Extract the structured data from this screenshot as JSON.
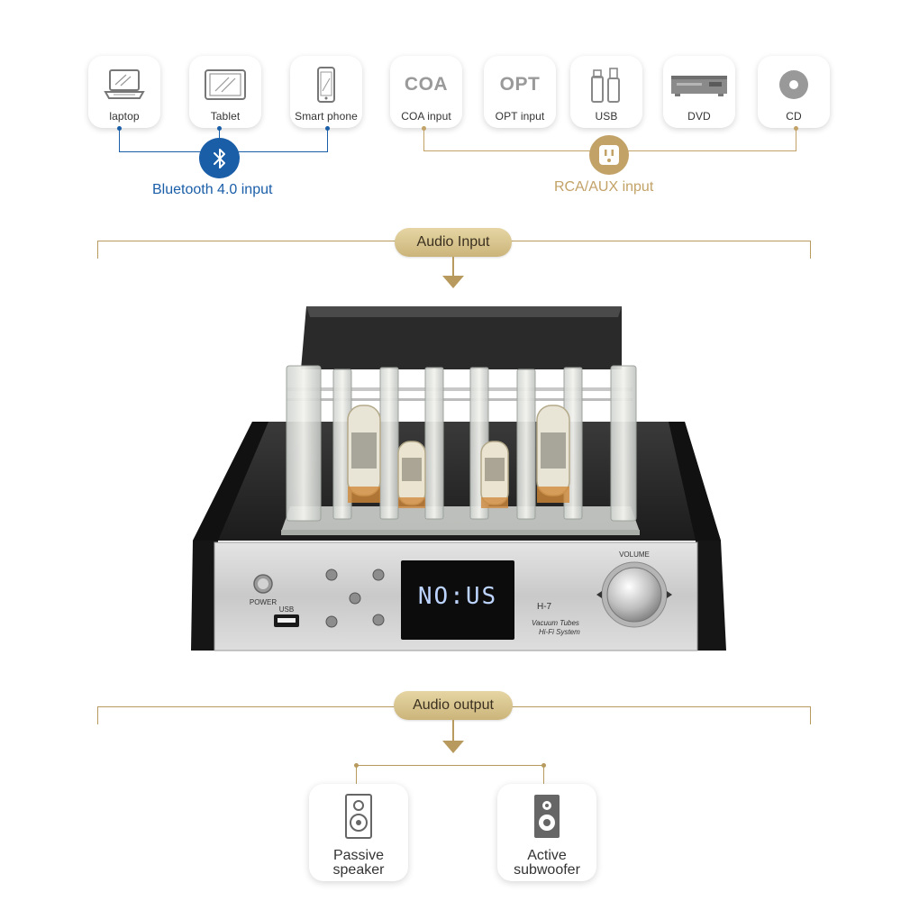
{
  "bluetooth_sources": [
    {
      "label": "laptop",
      "icon": "laptop-icon"
    },
    {
      "label": "Tablet",
      "icon": "tablet-icon"
    },
    {
      "label": "Smart phone",
      "icon": "smartphone-icon"
    }
  ],
  "bluetooth_caption": "Bluetooth 4.0 input",
  "wired_sources": [
    {
      "label": "COA input",
      "badge": "COA"
    },
    {
      "label": "OPT input",
      "badge": "OPT"
    },
    {
      "label": "USB",
      "icon": "usb-icon"
    },
    {
      "label": "DVD",
      "icon": "dvd-player-icon"
    },
    {
      "label": "CD",
      "icon": "cd-icon"
    }
  ],
  "wired_caption": "RCA/AUX input",
  "audio_input_label": "Audio Input",
  "audio_output_label": "Audio output",
  "device": {
    "display": "NO:US",
    "model": "H-7",
    "subtitle_line1": "Vacuum Tubes",
    "subtitle_line2": "Hi-Fi System",
    "power_label": "POWER",
    "usb_label": "USB",
    "volume_label": "VOLUME"
  },
  "outputs": [
    {
      "line1": "Passive",
      "line2": "speaker",
      "icon": "passive-speaker-icon"
    },
    {
      "line1": "Active",
      "line2": "subwoofer",
      "icon": "active-subwoofer-icon"
    }
  ],
  "colors": {
    "bluetooth_blue": "#1a5ea8",
    "gold": "#c2a267",
    "pill_gold": "#d9c58e"
  }
}
